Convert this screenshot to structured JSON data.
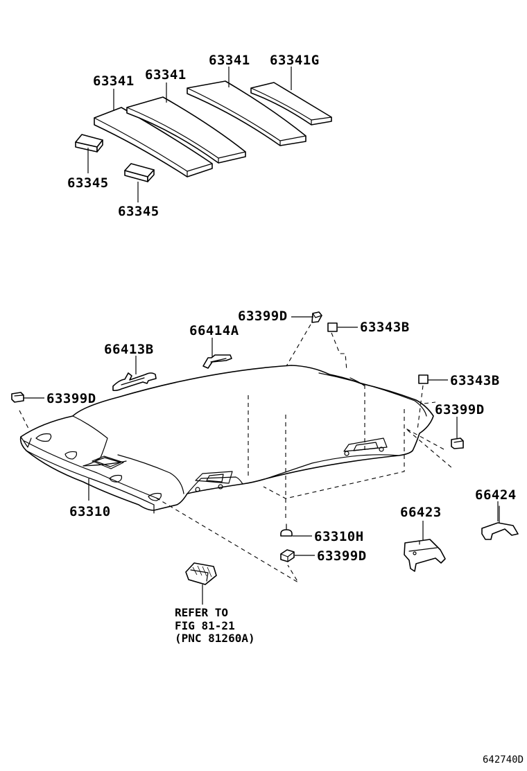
{
  "labels": {
    "p63341_a": "63341",
    "p63341_b": "63341",
    "p63341_c": "63341",
    "p63341g": "63341G",
    "p63345_a": "63345",
    "p63345_b": "63345",
    "p63399d_top": "63399D",
    "p66414a": "66414A",
    "p63343b_a": "63343B",
    "p66413b": "66413B",
    "p63343b_b": "63343B",
    "p63399d_left": "63399D",
    "p63399d_right": "63399D",
    "p63310": "63310",
    "p66424": "66424",
    "p66423": "66423",
    "p63310h": "63310H",
    "p63399d_bottom": "63399D"
  },
  "refer_note": {
    "line1": "REFER TO",
    "line2": "FIG 81-21",
    "line3": "(PNC 81260A)"
  },
  "diagram_code": "642740D"
}
